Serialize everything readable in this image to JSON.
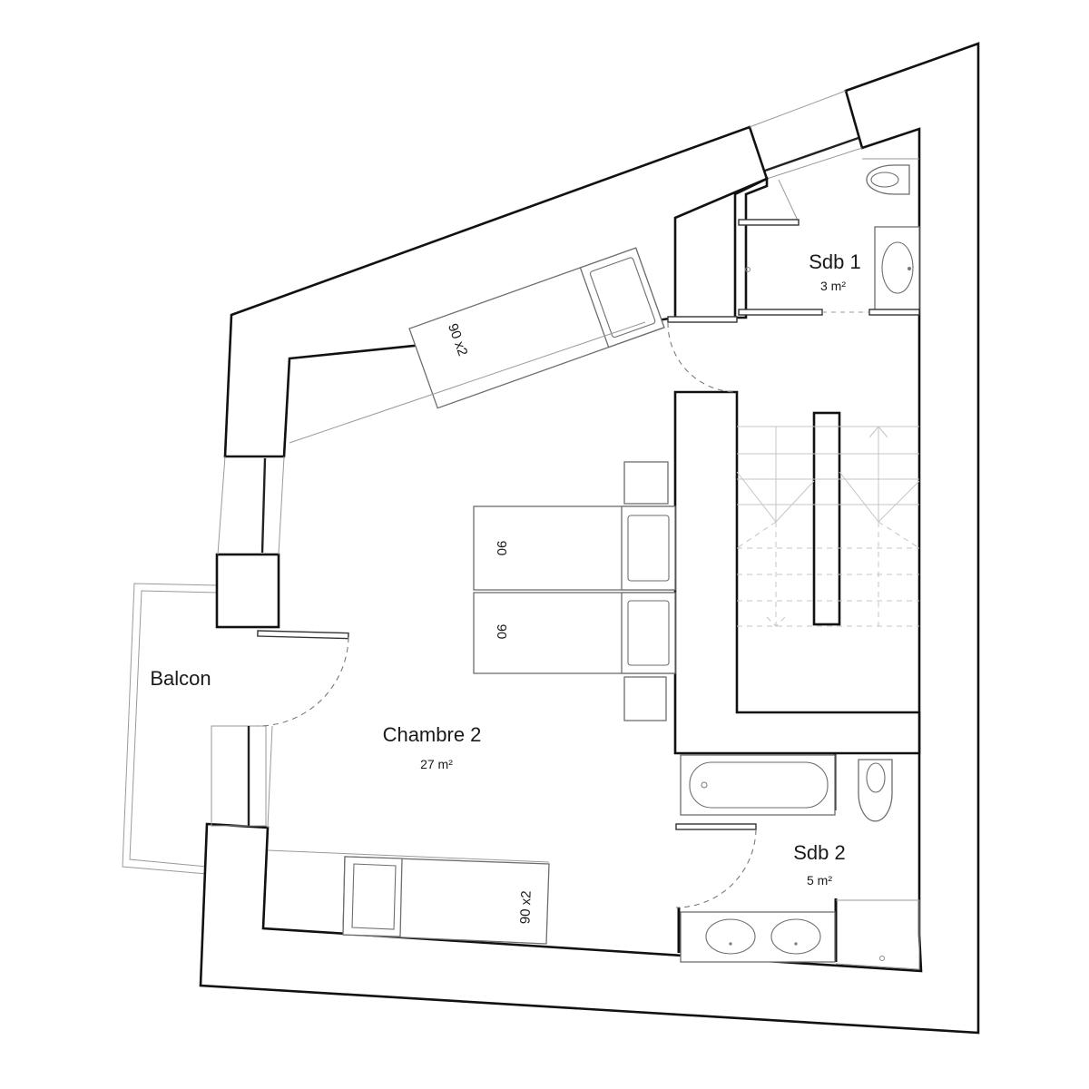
{
  "rooms": {
    "chambre": {
      "name": "Chambre 2",
      "area": "27 m²"
    },
    "sdb1": {
      "name": "Sdb 1",
      "area": "3 m²"
    },
    "sdb2": {
      "name": "Sdb 2",
      "area": "5 m²"
    },
    "balcon": {
      "name": "Balcon"
    }
  },
  "beds": {
    "single_a": "90",
    "single_b": "90",
    "bunk_top": "90 x2",
    "bunk_bottom": "90 x2"
  },
  "colors": {
    "wall": "#111111",
    "fixture": "#6e6e6e",
    "thin_line": "#9a9a9a",
    "background": "#ffffff"
  }
}
